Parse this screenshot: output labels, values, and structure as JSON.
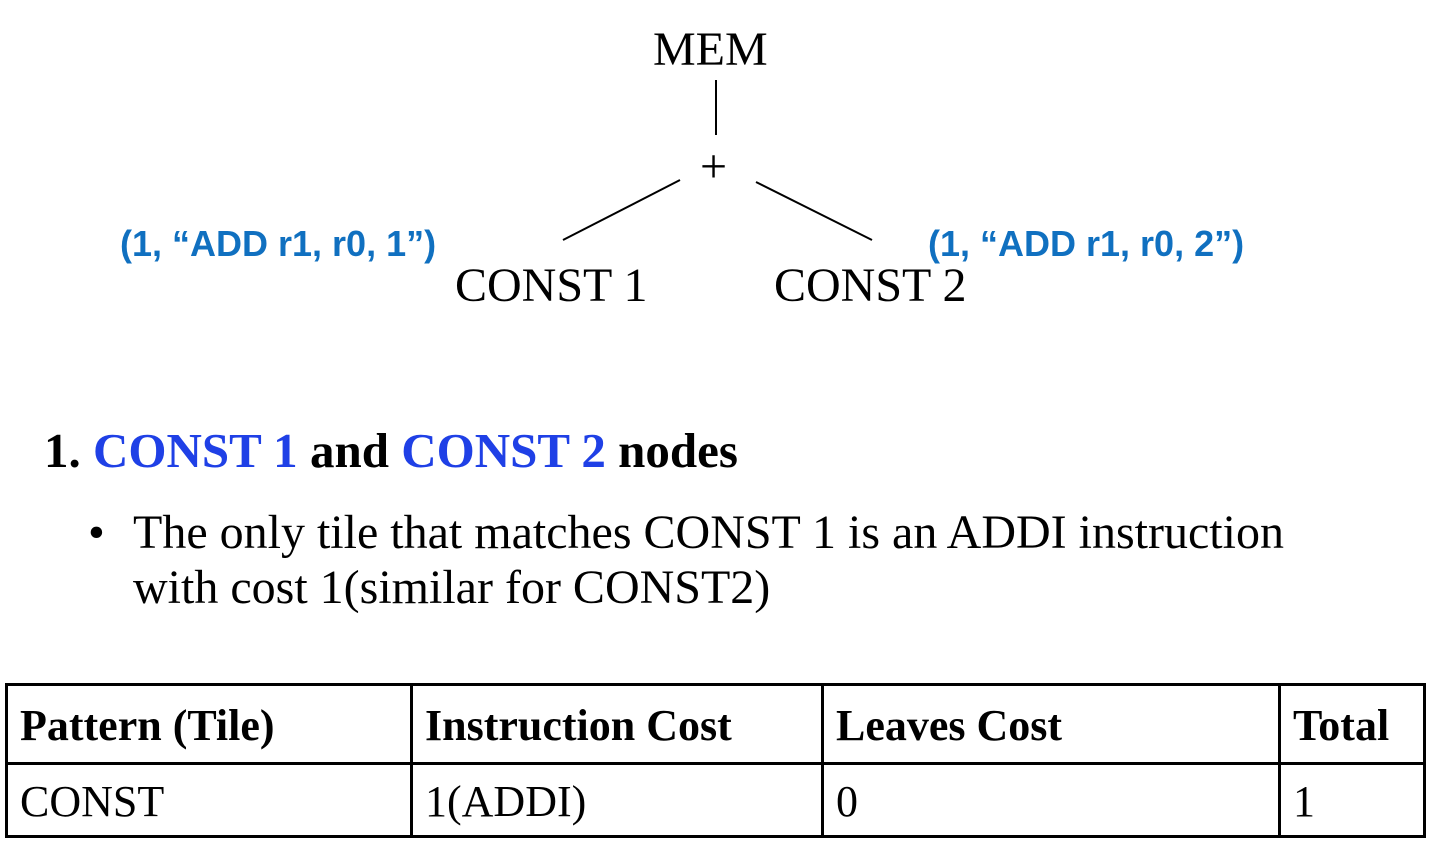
{
  "tree": {
    "root": "MEM",
    "op": "+",
    "left_leaf": "CONST 1",
    "right_leaf": "CONST 2",
    "left_annotation": "(1, “ADD r1, r0, 1”)",
    "right_annotation": "(1, “ADD r1, r0, 2”)"
  },
  "heading": {
    "number": "1.",
    "term1": "CONST 1",
    "and": "and",
    "term2": "CONST 2",
    "nodes": "nodes"
  },
  "bullet": {
    "symbol": "•",
    "text": "The only tile that matches CONST 1 is an ADDI instruction with cost 1(similar for CONST2)"
  },
  "table": {
    "headers": [
      "Pattern (Tile)",
      "Instruction Cost",
      "Leaves Cost",
      "Total"
    ],
    "rows": [
      [
        "CONST",
        "1(ADDI)",
        "0",
        "1"
      ]
    ]
  },
  "colors": {
    "annotation": "#1070C0",
    "highlight": "#1F40E6",
    "text": "#000000"
  }
}
